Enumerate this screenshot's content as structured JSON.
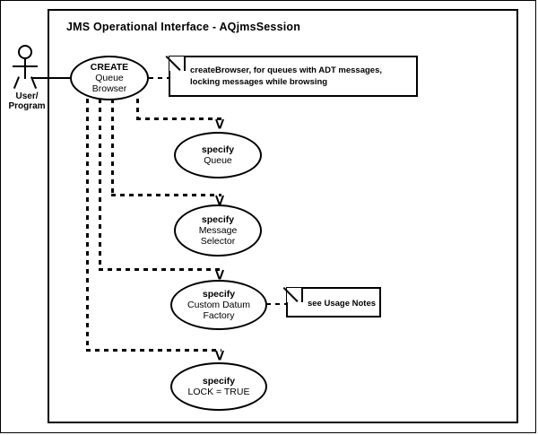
{
  "diagram": {
    "title": "JMS Operational Interface - AQjmsSession",
    "actor": {
      "label": "User/\nProgram",
      "icon": "actor-stick-figure-icon"
    },
    "use_cases": [
      {
        "id": "create-queue-browser",
        "title": "CREATE",
        "lines": [
          "Queue",
          "Browser"
        ]
      },
      {
        "id": "specify-queue",
        "title": "specify",
        "lines": [
          "Queue"
        ]
      },
      {
        "id": "specify-message-selector",
        "title": "specify",
        "lines": [
          "Message",
          "Selector"
        ]
      },
      {
        "id": "specify-custom-datum-factory",
        "title": "specify",
        "lines": [
          "Custom Datum",
          "Factory"
        ]
      },
      {
        "id": "specify-lock-true",
        "title": "specify",
        "lines": [
          "LOCK = TRUE"
        ]
      }
    ],
    "notes": [
      {
        "id": "create-browser-note",
        "text": "createBrowser, for queues with ADT messages,\nlocking messages while browsing"
      },
      {
        "id": "usage-notes-note",
        "text": "see Usage Notes"
      }
    ],
    "colors": {
      "stroke": "#000000",
      "background": "#ffffff"
    }
  }
}
